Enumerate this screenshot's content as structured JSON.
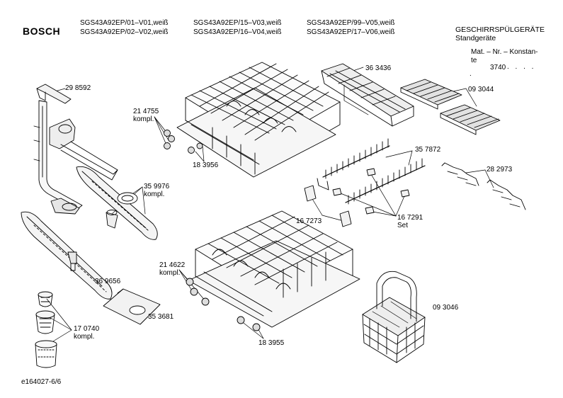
{
  "header": {
    "brand": "BOSCH",
    "models": [
      "SGS43A92EP/01–V01,weiß",
      "SGS43A92EP/15–V03,weiß",
      "SGS43A92EP/99–V05,weiß",
      "SGS43A92EP/02–V02,weiß",
      "SGS43A92EP/16–V04,weiß",
      "SGS43A92EP/17–V06,weiß"
    ],
    "category_line1": "GESCHIRRSPÜLGERÄTE",
    "category_line2": "Standgeräte",
    "mat_line1": "Mat. – Nr. – Konstan-",
    "mat_line2": "te",
    "konstante": "3740",
    "dots": ". . . .",
    "dot": "."
  },
  "labels": {
    "p298592": "29 8592",
    "p214755": "21 4755",
    "p214755_sub": "kompl.",
    "p183956": "18 3956",
    "p363436": "36 3436",
    "p093044": "09 3044",
    "p357872": "35 7872",
    "p282973": "28 2973",
    "p359976": "35 9976",
    "p359976_sub": "kompl.",
    "p167273": "16 7273",
    "p167291": "16 7291",
    "p167291_sub": "Set",
    "p214622": "21 4622",
    "p214622_sub": "kompl.",
    "p369656": "36 9656",
    "p353681": "35 3681",
    "p093046": "09 3046",
    "p170740": "17 0740",
    "p170740_sub": "kompl.",
    "p183955": "18 3955"
  },
  "footer": {
    "drawing_id": "e164027-6/6"
  }
}
